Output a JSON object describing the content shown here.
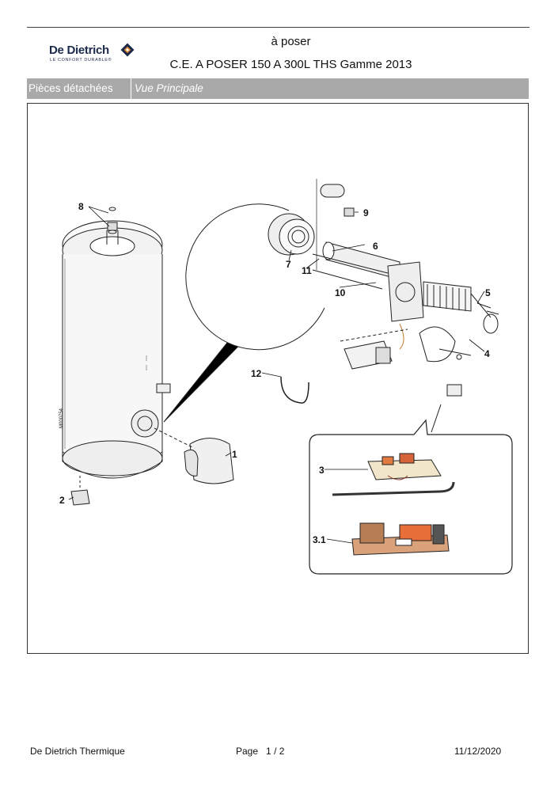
{
  "header": {
    "logo_brand": "De Dietrich",
    "logo_tagline": "LE CONFORT DURABLE®",
    "subtitle": "à poser",
    "title": "C.E. A POSER 150 A 300L THS Gamme 2013"
  },
  "tabs": [
    {
      "label": "Pièces détachées"
    },
    {
      "label": "Vue Principale"
    }
  ],
  "diagram": {
    "drawing_code": "M000754",
    "callouts": [
      "1",
      "2",
      "3",
      "3.1",
      "4",
      "5",
      "6",
      "7",
      "8",
      "9",
      "10",
      "11",
      "12"
    ]
  },
  "footer": {
    "company": "De Dietrich Thermique",
    "page_label": "Page",
    "page_current": "1",
    "page_sep": "/",
    "page_total": "2",
    "date": "11/12/2020"
  },
  "colors": {
    "header_bar": "#a9a9a9",
    "brand_navy": "#1c2a4a",
    "brand_orange": "#e8892b"
  }
}
